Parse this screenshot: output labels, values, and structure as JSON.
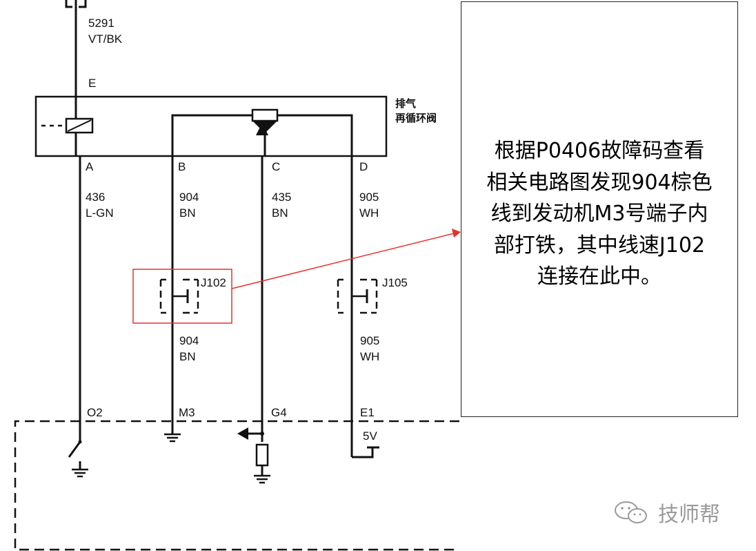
{
  "wires": {
    "top": {
      "number": "5291",
      "color": "VT/BK"
    },
    "a": {
      "number": "436",
      "color": "L-GN"
    },
    "b": {
      "number": "904",
      "color": "BN"
    },
    "c": {
      "number": "435",
      "color": "BN"
    },
    "d": {
      "number": "905",
      "color": "WH"
    },
    "b_lower": {
      "number": "904",
      "color": "BN"
    },
    "d_lower": {
      "number": "905",
      "color": "WH"
    }
  },
  "pins": {
    "e": "E",
    "a": "A",
    "b": "B",
    "c": "C",
    "d": "D"
  },
  "component": {
    "line1": "排气",
    "line2": "再循环阀"
  },
  "splices": {
    "left": "J102",
    "right": "J105"
  },
  "ecm_pins": {
    "o2": "O2",
    "m3": "M3",
    "g4": "G4",
    "e1": "E1"
  },
  "voltage": "5V",
  "note": "根据P0406故障码查看\n相关电路图发现904棕色\n线到发动机M3号端子内\n部打铁，其中线速J102\n连接在此中。",
  "watermark": "技师帮",
  "colors": {
    "highlight": "#e8302a",
    "line": "#111111",
    "watermark": "#9a9a9a"
  }
}
